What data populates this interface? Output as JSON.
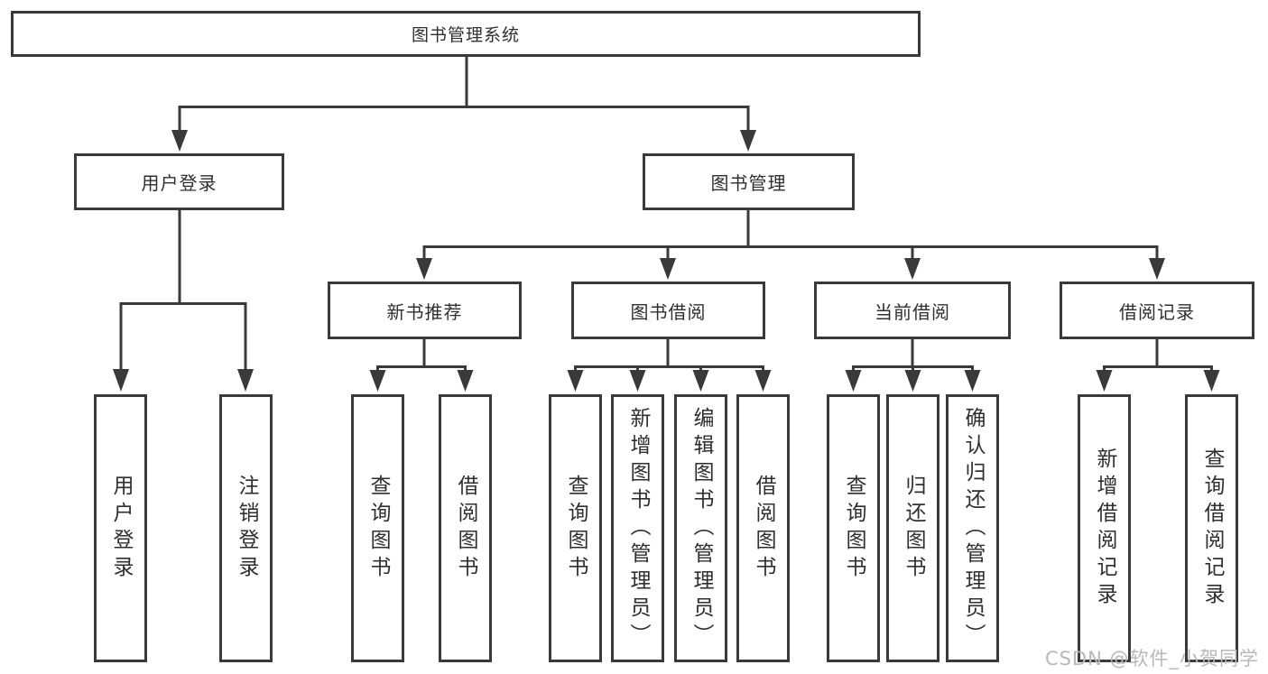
{
  "diagram": {
    "root": {
      "label": "图书管理系统"
    },
    "branches": [
      {
        "label": "用户登录",
        "children": [
          {
            "label": "用户登录"
          },
          {
            "label": "注销登录"
          }
        ]
      },
      {
        "label": "图书管理",
        "children": [
          {
            "label": "新书推荐",
            "children": [
              {
                "label": "查询图书"
              },
              {
                "label": "借阅图书"
              }
            ]
          },
          {
            "label": "图书借阅",
            "children": [
              {
                "label": "查询图书"
              },
              {
                "label": "新增图书（管理员）"
              },
              {
                "label": "编辑图书（管理员）"
              },
              {
                "label": "借阅图书"
              }
            ]
          },
          {
            "label": "当前借阅",
            "children": [
              {
                "label": "查询图书"
              },
              {
                "label": "归还图书"
              },
              {
                "label": "确认归还（管理员）"
              }
            ]
          },
          {
            "label": "借阅记录",
            "children": [
              {
                "label": "新增借阅记录"
              },
              {
                "label": "查询借阅记录"
              }
            ]
          }
        ]
      }
    ]
  },
  "watermark": {
    "text": "CSDN @软件_小贺同学"
  },
  "colors": {
    "line": "#3a3a3a",
    "text": "#2f2f2f",
    "watermark": "#b8b8b8",
    "background": "#ffffff"
  }
}
